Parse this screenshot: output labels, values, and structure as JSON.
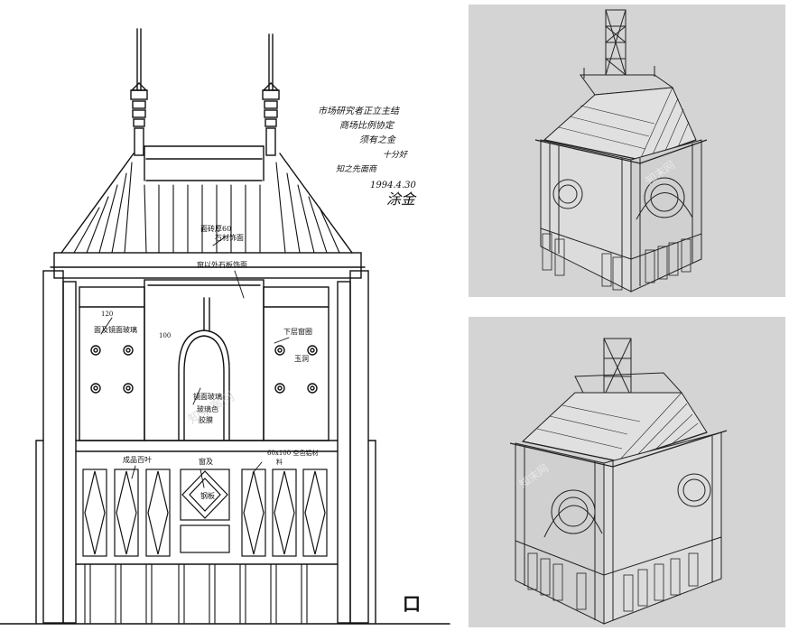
{
  "panels": {
    "sketch": {
      "annotation_lines": [
        "市场研究者正立主结",
        "商场比例协定",
        "须有之金",
        "十分好",
        "知之先面商"
      ],
      "annotation_date": "1994.4.30",
      "signature": "涂金",
      "callouts": {
        "top_spec": "面砖厚60",
        "top_spec_2": "石材饰面",
        "band": "窗以外石板饰面",
        "dim_120": "120",
        "dim_100": "100",
        "left_panel": "面及镜面玻璃",
        "right_panel": "下层窗圈",
        "right_panel_2": "玉洞",
        "arch": "镜面玻璃",
        "arch_2": "玻璃色",
        "arch_3": "胶膜",
        "lower_left": "成品百叶",
        "lower_center": "窗及",
        "lower_right": "60x100 空色铝材",
        "lower_right_2": "料",
        "diamond": "钢板"
      },
      "page_mark": "口"
    },
    "render_top": {
      "watermark": "知末网"
    },
    "render_bottom": {
      "watermark": "知末网"
    }
  },
  "watermark": "知末案例",
  "colors": {
    "ink": "#111111",
    "gray_bg": "#d4d4d4",
    "paper": "#ffffff"
  }
}
